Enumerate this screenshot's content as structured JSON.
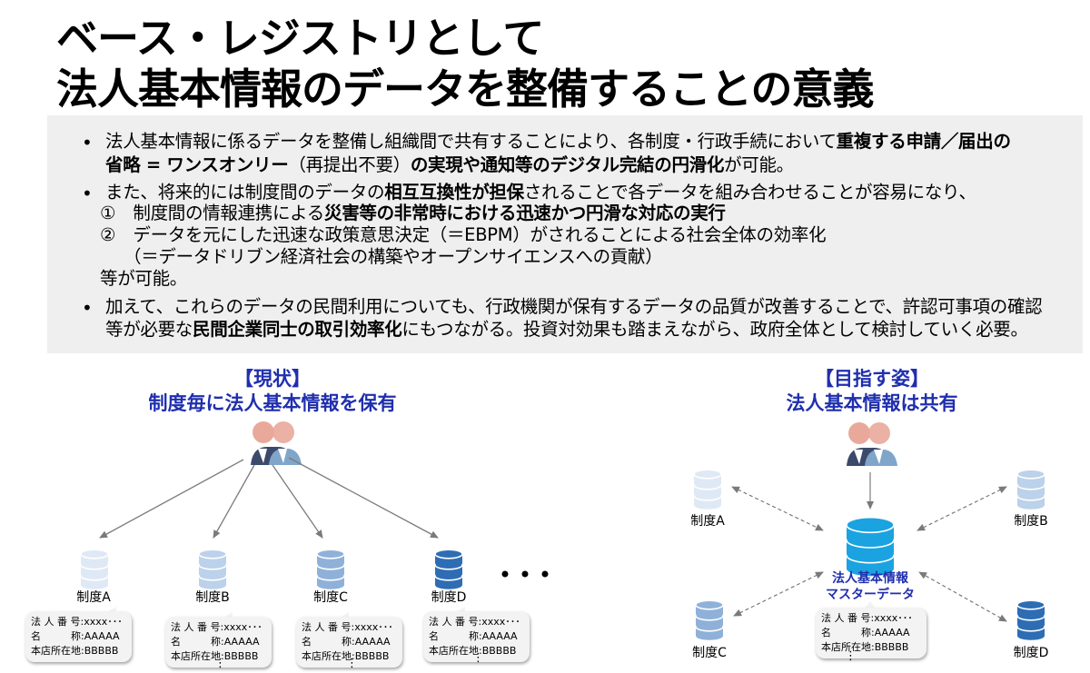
{
  "title": {
    "line1": "ベース・レジストリとして",
    "line2": "法人基本情報のデータを整備することの意義"
  },
  "summary": {
    "bullet": "•",
    "p1": [
      [
        "法人基本情報に係るデータを整備し組織間で共有することにより、各制度・行政手続において",
        "重複する申請／届出の"
      ],
      [
        "省略 = ワンスオンリー",
        "（再提出不要）",
        "の実現や通知等のデジタル完結の円滑化",
        "が可能。"
      ]
    ],
    "p2": {
      "line1_a": "また、将来的には制度間のデータの",
      "line1_b": "相互互換性が担保",
      "line1_c": "されることで各データを組み合わせることが容易になり、",
      "item1_a": "①　制度間の情報連携による",
      "item1_b": "災害等の非常時における迅速かつ円滑な対応の実行",
      "item2": "②　データを元にした迅速な政策意思決定（＝EBPM）がされることによる社会全体の効率化",
      "item2_sub": "（＝データドリブン経済社会の構築やオープンサイエンスへの貢献）",
      "closing": "等が可能。"
    },
    "p3": {
      "line1": "加えて、これらのデータの民間利用についても、行政機関が保有するデータの品質が改善することで、許認可事項の確認",
      "line2_a": "等が必要な",
      "line2_b": "民間企業同士の取引効率化",
      "line2_c": "にもつながる。投資対効果も踏まえながら、政府全体として検討していく必要。"
    }
  },
  "current": {
    "heading1": "【現状】",
    "heading2": "制度毎に法人基本情報を保有",
    "systems": [
      {
        "label": "制度A",
        "shade": "#dfe9f5"
      },
      {
        "label": "制度B",
        "shade": "#bcd1ea"
      },
      {
        "label": "制度C",
        "shade": "#8fb1d9"
      },
      {
        "label": "制度D",
        "shade": "#2e6db4"
      }
    ],
    "ellipsis": "• • •",
    "record": {
      "line1": "法 人 番 号:xxxx･･･",
      "line2": "名　　　称:AAAAA",
      "line3": "本店所在地:BBBBB",
      "more": "⋮"
    }
  },
  "target": {
    "heading1": "【目指す姿】",
    "heading2": "法人基本情報は共有",
    "systems": [
      {
        "label": "制度A",
        "shade": "#dfe9f5"
      },
      {
        "label": "制度B",
        "shade": "#bcd1ea"
      },
      {
        "label": "制度C",
        "shade": "#8fb1d9"
      },
      {
        "label": "制度D",
        "shade": "#2e6db4"
      }
    ],
    "master_label1": "法人基本情報",
    "master_label2": "マスターデータ",
    "master_color": "#1aa3e0",
    "record": {
      "line1": "法 人 番 号:xxxx･･･",
      "line2": "名　　　称:AAAAA",
      "line3": "本店所在地:BBBBB",
      "more": "⋮"
    }
  },
  "colors": {
    "heading": "#1f2fae",
    "summary_bg": "#efefef",
    "person_head": "#e9a99a",
    "person_body": "#3b4a6b",
    "person_front": "#7fa6c9"
  }
}
